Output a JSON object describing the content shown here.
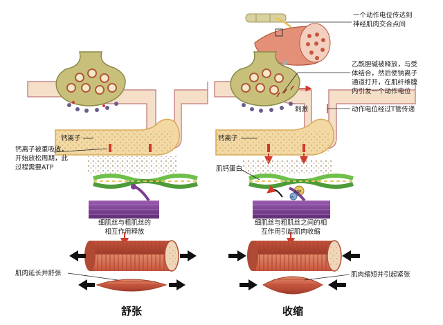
{
  "labels": {
    "ap_arrives": [
      "一个动作电位传达到",
      "神经肌肉交合点间"
    ],
    "ach_release": [
      "乙酰胆碱被释放，与受",
      "体结合，然后使钠离子",
      "通道打开，在肌纤维膜",
      "内引发一个动作电位"
    ],
    "stimulus": "刺激",
    "t_tubule": "动作电位经过T管传递",
    "calcium_left": "钙离子",
    "calcium_right": "钙离子",
    "reabsorb": [
      "钙离子被重吸收，",
      "开始放松周期，此",
      "过程需要ATP"
    ],
    "troponin": "肌钙蛋白",
    "adp": "ADP",
    "pi": "Pi",
    "release_text": [
      "细肌丝与粗肌丝的",
      "相互作用释放"
    ],
    "contract_text": [
      "细肌丝与粗肌丝之间的相",
      "互作用引起肌肉收缩"
    ],
    "lengthen": "肌肉延长并舒张",
    "shorten": "肌肉缩短并引起紧张",
    "relax_title": "舒张",
    "contract_title": "收缩"
  },
  "colors": {
    "terminal": "#c8c07a",
    "membrane": "#f5dfc9",
    "sarcoplasm": "#f2d9a4",
    "muscle": "#c8573f",
    "arrow_red": "#d23a2a",
    "myosin": "#7a3f8f",
    "actin": "#4f9b3a"
  }
}
